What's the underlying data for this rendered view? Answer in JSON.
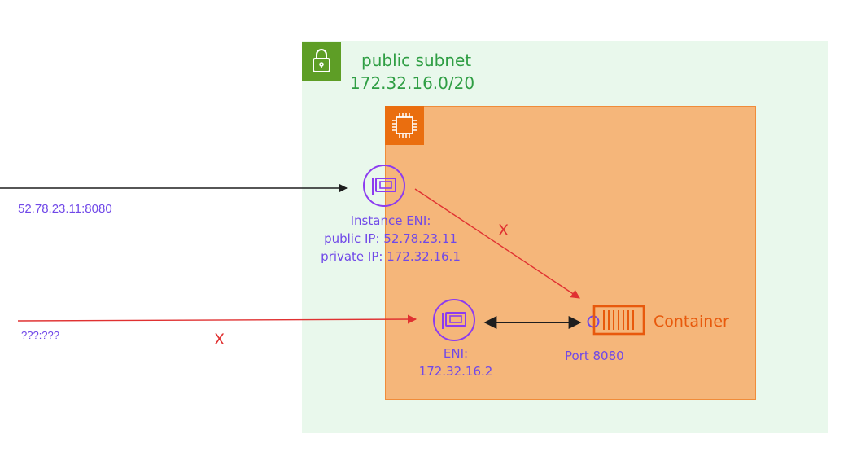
{
  "subnet": {
    "name": "public subnet",
    "cidr": "172.32.16.0/20",
    "icon": "lock-icon",
    "color": "#2f9e44"
  },
  "instance": {
    "icon": "chip-icon",
    "fill": "#f5b67a",
    "accent": "#ea6e0f"
  },
  "instance_eni": {
    "icon": "network-interface-icon",
    "title": "Instance ENI:",
    "public_ip": "public IP: 52.78.23.11",
    "private_ip": "private IP: 172.32.16.1"
  },
  "task_eni": {
    "icon": "network-interface-icon",
    "title": "ENI:",
    "ip": "172.32.16.2"
  },
  "container": {
    "name": "Container",
    "icon": "container-icon",
    "port": "Port 8080",
    "color": "#e8590c"
  },
  "traffic": {
    "public_endpoint": "52.78.23.11:8080",
    "unknown_endpoint": "???:???",
    "blocked_mark": "X",
    "blocked_color": "#e03131"
  }
}
